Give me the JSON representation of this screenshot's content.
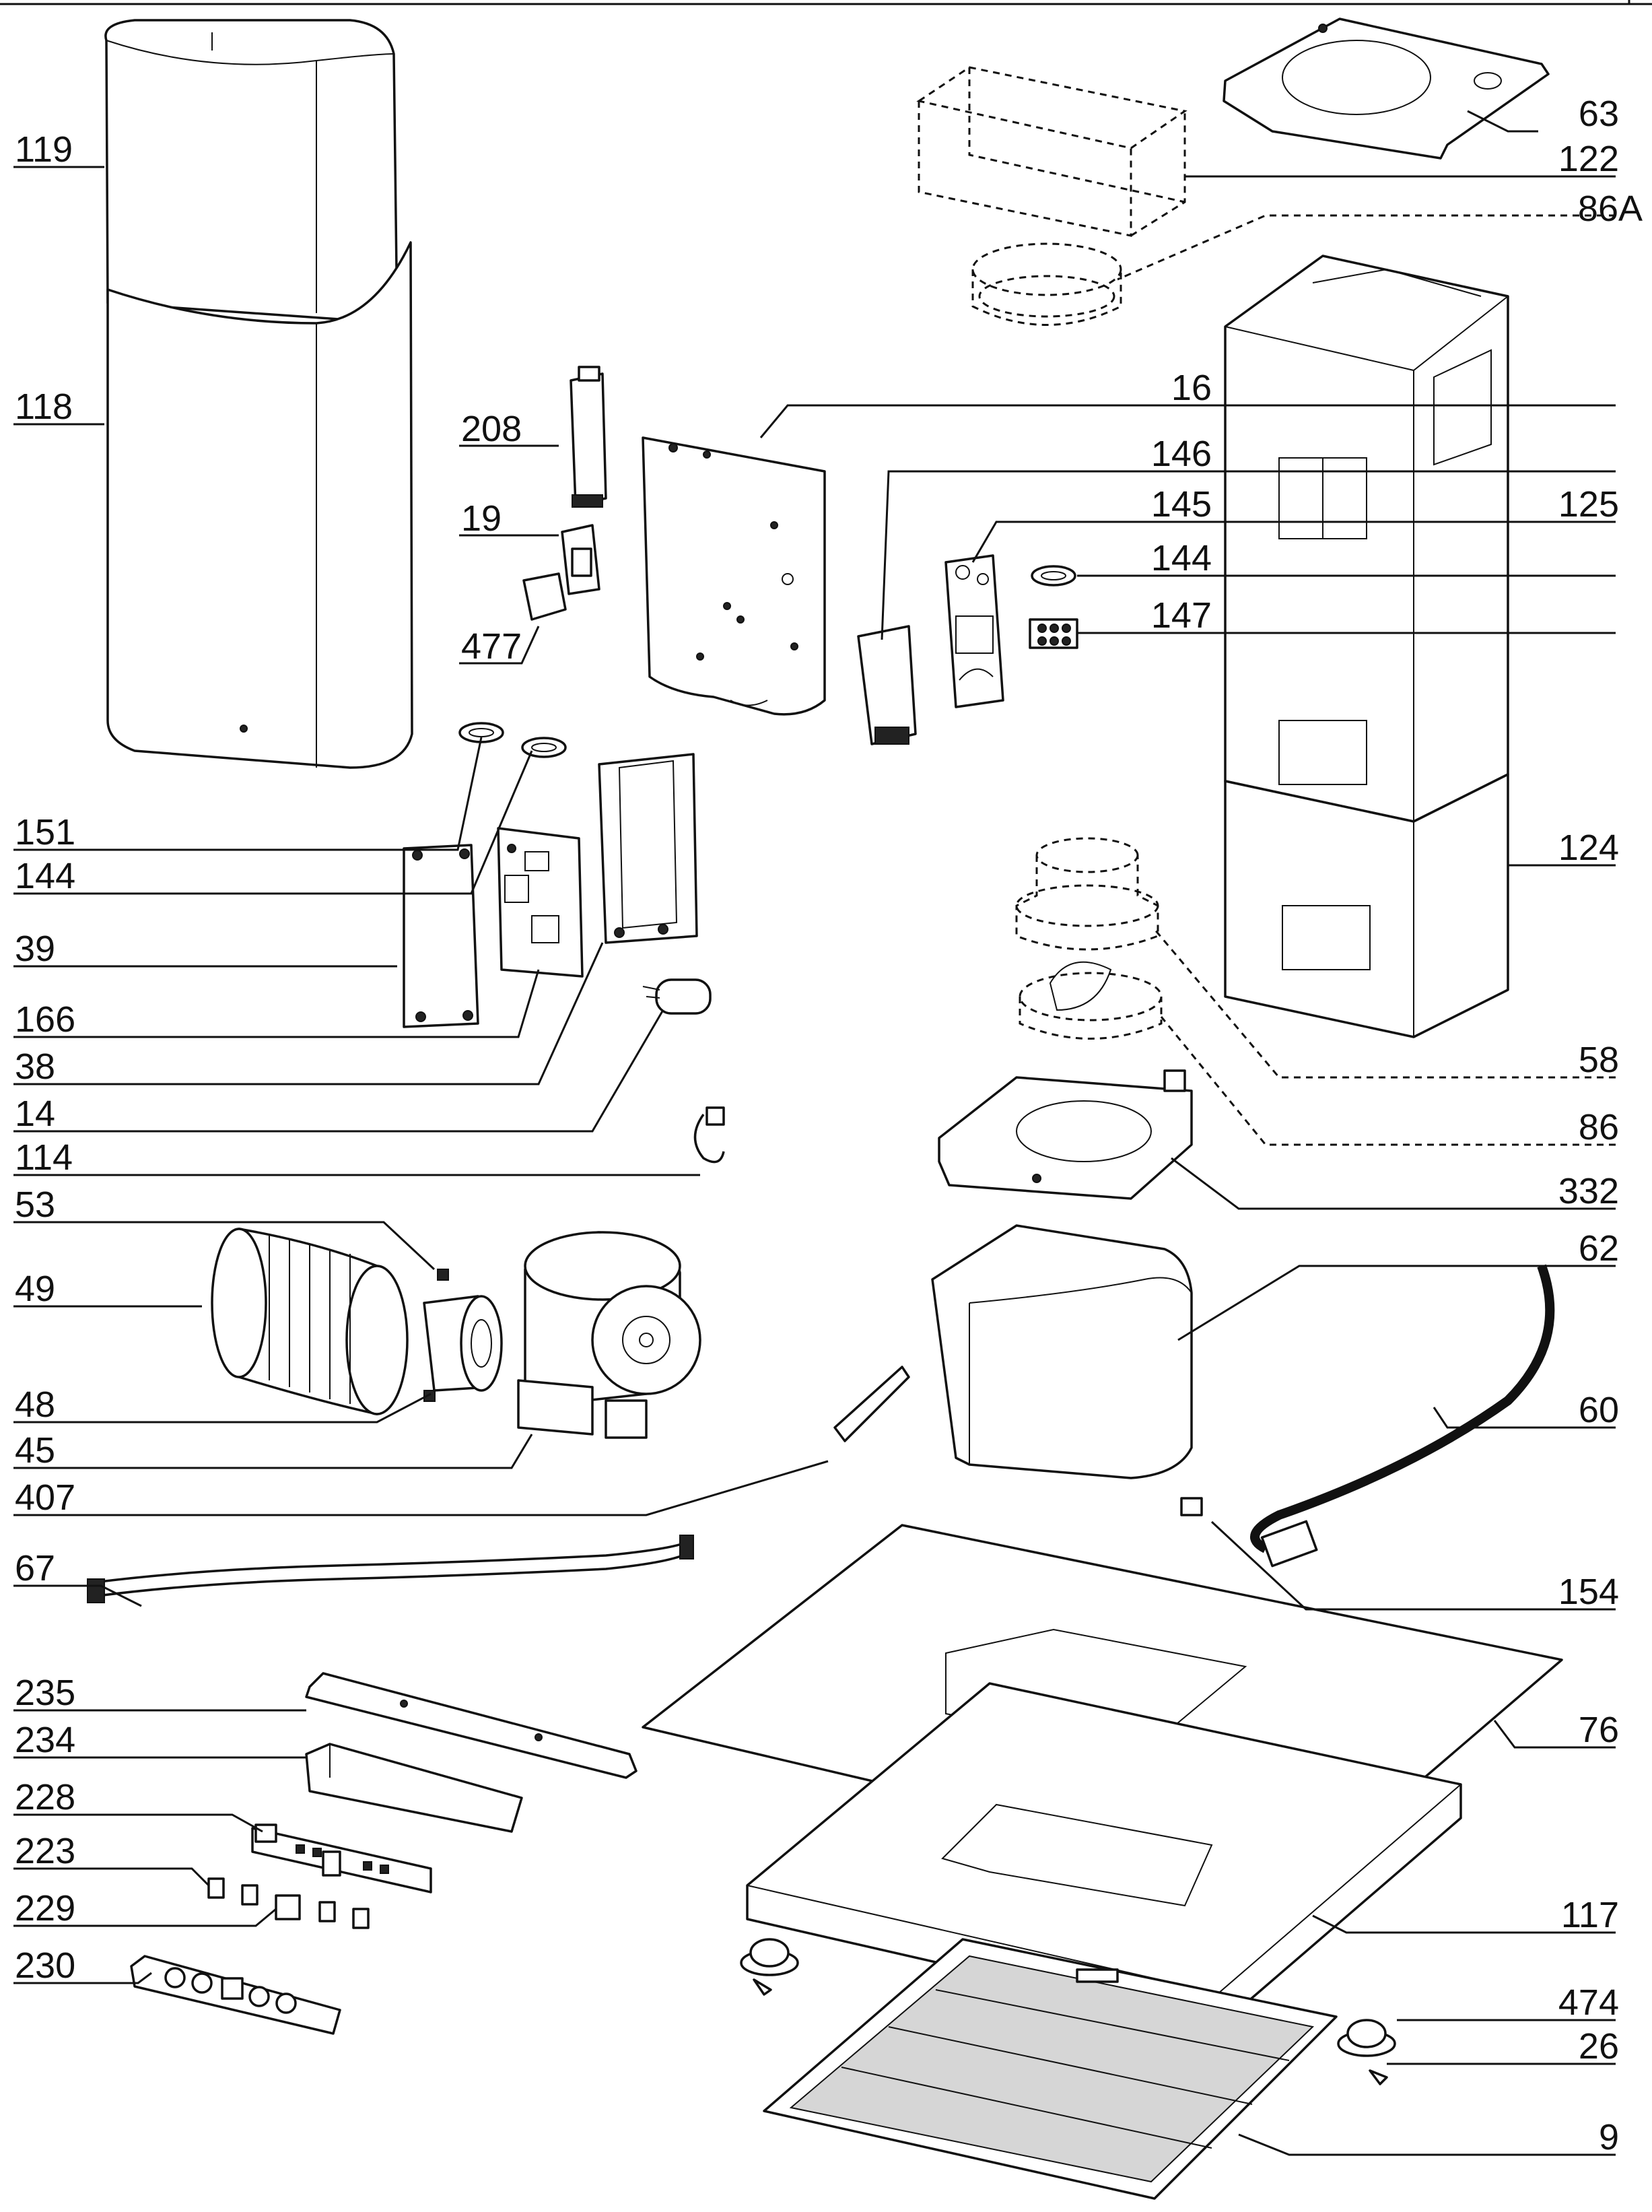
{
  "labels_left": [
    "119",
    "118",
    "208",
    "19",
    "477",
    "151",
    "144",
    "39",
    "166",
    "38",
    "14",
    "114",
    "53",
    "49",
    "48",
    "45",
    "407",
    "67",
    "235",
    "234",
    "228",
    "223",
    "229",
    "230"
  ],
  "labels_right": [
    "63",
    "122",
    "86A",
    "16",
    "146",
    "145",
    "144",
    "147",
    "125",
    "124",
    "58",
    "86",
    "332",
    "62",
    "60",
    "154",
    "76",
    "117",
    "474",
    "26",
    "9"
  ]
}
